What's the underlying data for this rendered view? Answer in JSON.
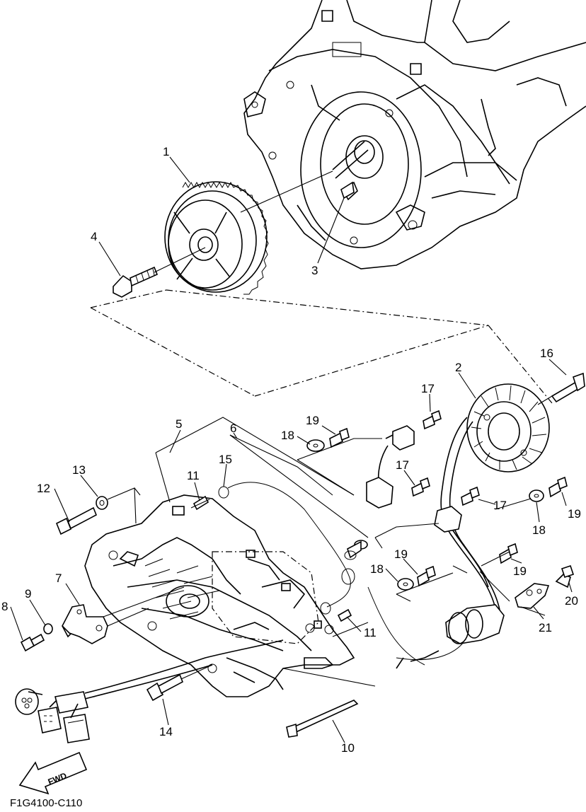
{
  "diagram": {
    "code": "F1G4100-C110",
    "direction_label": "FWD",
    "callouts": [
      "1",
      "2",
      "3",
      "4",
      "5",
      "6",
      "7",
      "8",
      "9",
      "10",
      "11",
      "11",
      "12",
      "13",
      "14",
      "15",
      "16",
      "17",
      "17",
      "17",
      "18",
      "18",
      "18",
      "19",
      "19",
      "19",
      "19",
      "20",
      "21"
    ]
  }
}
